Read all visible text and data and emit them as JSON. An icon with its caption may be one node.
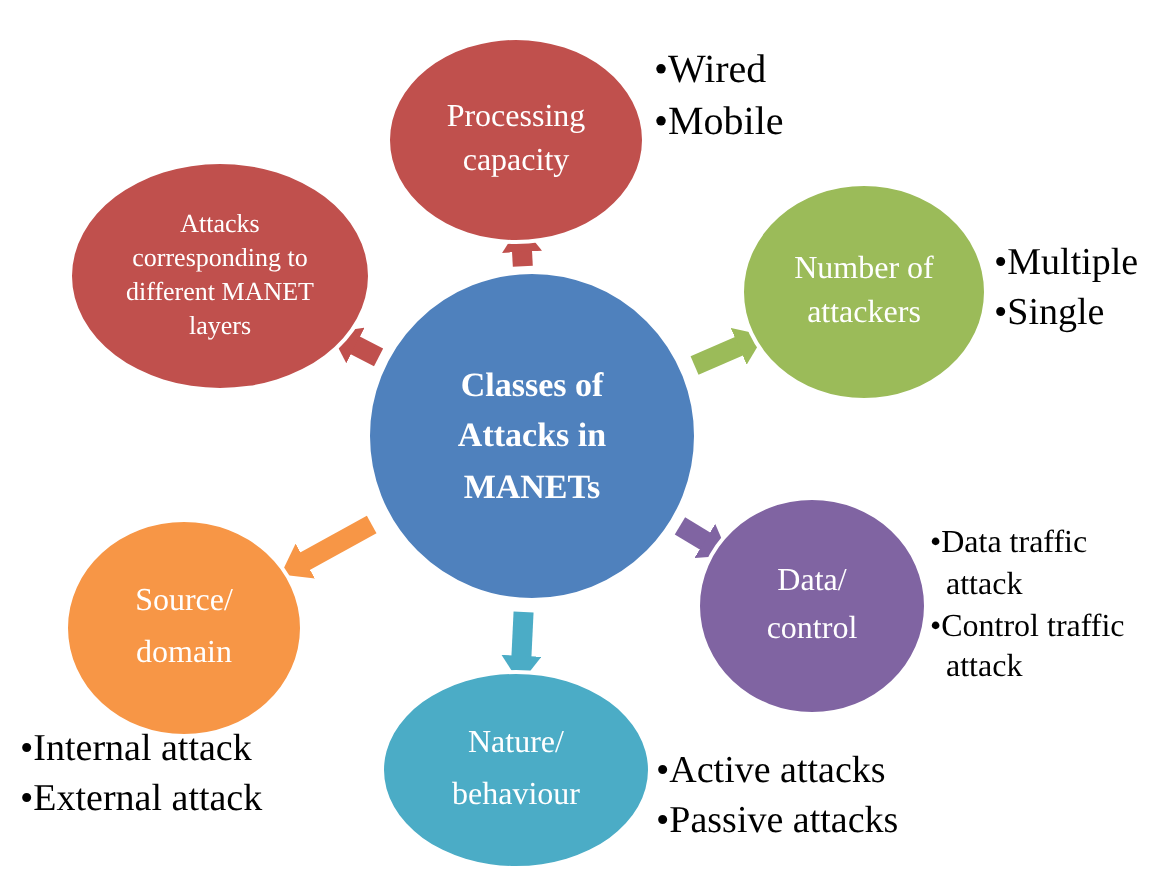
{
  "diagram": {
    "nodes": [
      {
        "text": [
          "Classes of Attacks in MANETs"
        ]
      },
      {
        "text": [
          "Processing capacity"
        ],
        "beside": [
          "•Wired",
          "•Mobile"
        ]
      },
      {
        "text": [
          "Number of attackers"
        ],
        "beside": [
          "•Multiple",
          "•Single"
        ]
      },
      {
        "text": [
          "Data/ control"
        ],
        "beside": [
          "•Data traffic attack",
          "•Control traffic attack"
        ]
      },
      {
        "text": [
          "Nature/ behaviour"
        ],
        "beside": [
          "•Active attacks",
          "•Passive attacks"
        ]
      },
      {
        "text": [
          "Source/ domain"
        ],
        "beside": [
          "•Internal attack",
          "•External attack"
        ]
      },
      {
        "text": [
          "Attacks corresponding to different MANET layers"
        ]
      }
    ],
    "edges": [
      {
        "from": 0,
        "to": 1,
        "arrow": "to",
        "color": "#c0504d"
      },
      {
        "from": 0,
        "to": 2,
        "arrow": "to",
        "color": "#9bbb59"
      },
      {
        "from": 0,
        "to": 3,
        "arrow": "to",
        "color": "#8064a2"
      },
      {
        "from": 0,
        "to": 4,
        "arrow": "to",
        "color": "#4bacc6"
      },
      {
        "from": 0,
        "to": 5,
        "arrow": "to",
        "color": "#f79646"
      },
      {
        "from": 0,
        "to": 6,
        "arrow": "to",
        "color": "#c0504d"
      }
    ]
  }
}
